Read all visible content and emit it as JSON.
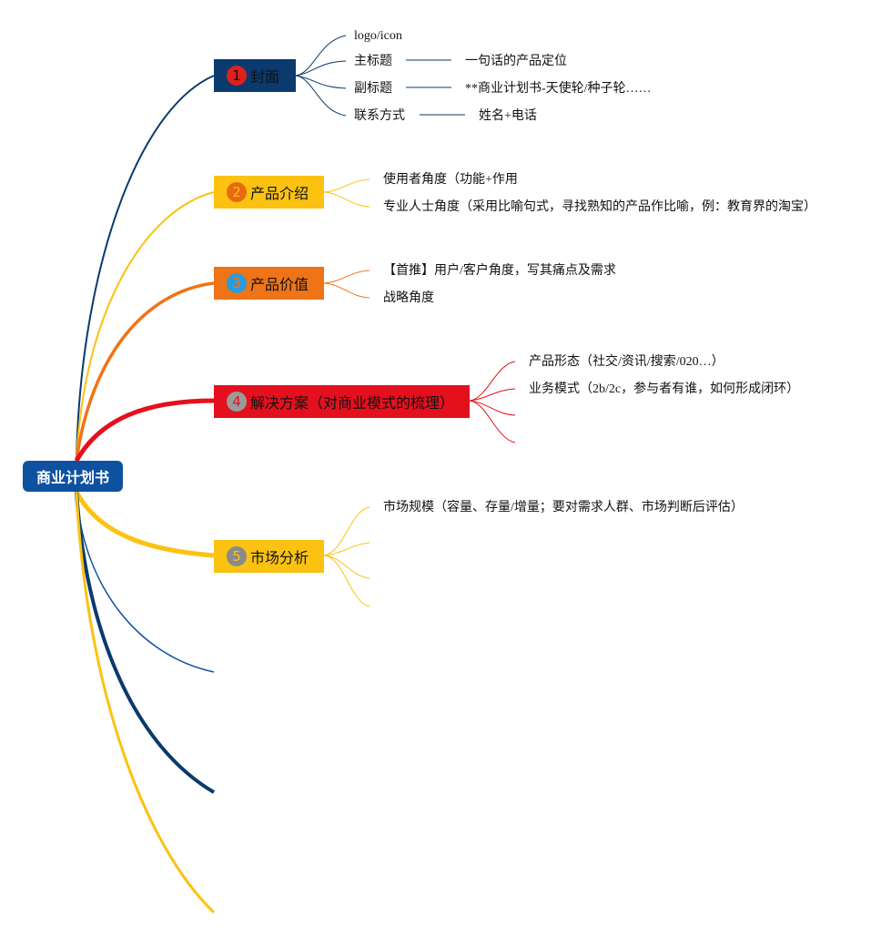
{
  "root": {
    "label": "商业计划书"
  },
  "branches": [
    {
      "num": "1",
      "label": "封面",
      "color": "#0a3a6e",
      "badge": "#e0201a",
      "children": [
        {
          "label": "logo/icon"
        },
        {
          "label": "主标题",
          "detail": "一句话的产品定位"
        },
        {
          "label": "副标题",
          "detail": "**商业计划书-天使轮/种子轮……"
        },
        {
          "label": "联系方式",
          "detail": "姓名+电话"
        }
      ]
    },
    {
      "num": "2",
      "label": "产品介绍",
      "color": "#fbc211",
      "badge": "#e86a10",
      "children": [
        {
          "label": "使用者角度（功能+作用"
        },
        {
          "label": "专业人士角度（采用比喻句式，寻找熟知的产品作比喻，例：教育界的淘宝）"
        }
      ]
    },
    {
      "num": "3",
      "label": "产品价值",
      "color": "#ef7417",
      "badge": "#2b9bd9",
      "children": [
        {
          "label": "【首推】用户/客户角度，写其痛点及需求"
        },
        {
          "label": "战略角度"
        }
      ]
    },
    {
      "num": "4",
      "label": "解决方案（对商业模式的梳理）",
      "color": "#e4101e",
      "badge": "#9a9a9a",
      "children": [
        {
          "label": "产品形态（社交/资讯/搜索/020…）"
        },
        {
          "label": "业务模式（2b/2c，参与者有谁，如何形成闭环）"
        },
        {
          "label": ""
        },
        {
          "label": ""
        }
      ]
    },
    {
      "num": "5",
      "label": "市场分析",
      "color": "#fbc211",
      "badge": "#8a8a8a",
      "children": [
        {
          "label": "市场规模（容量、存量/增量；要对需求人群、市场判断后评估）"
        },
        {
          "label": ""
        },
        {
          "label": ""
        },
        {
          "label": ""
        }
      ]
    }
  ],
  "colors": {
    "root": "#0e51a0",
    "navy": "#0a3a6e",
    "yellow": "#fbc211",
    "orange": "#ef7417",
    "red": "#e4101e"
  }
}
